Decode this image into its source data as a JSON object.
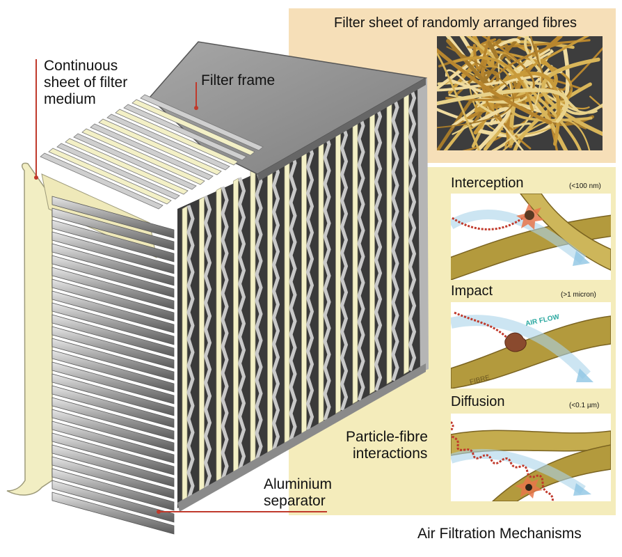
{
  "labels": {
    "continuous_sheet": [
      "Continuous",
      "sheet of filter",
      "medium"
    ],
    "filter_frame": "Filter frame",
    "aluminium_separator": [
      "Aluminium",
      "separator"
    ],
    "particle_fibre": [
      "Particle-fibre",
      "interactions"
    ]
  },
  "fibre_panel": {
    "title": "Filter sheet of randomly arranged fibres"
  },
  "mechanisms": [
    {
      "name": "Interception",
      "range": "(<100 nm)"
    },
    {
      "name": "Impact",
      "range": "(>1 micron)",
      "air_flow_label": "AIR FLOW",
      "fibre_label": "FIBRE"
    },
    {
      "name": "Diffusion",
      "range": "(<0.1 µm)"
    }
  ],
  "caption": "Air Filtration Mechanisms",
  "colors": {
    "panel_top": "#f6dfb8",
    "panel_bottom": "#f4ecbb",
    "fibre": "#b99a3a",
    "leader": "#c0392b",
    "filter_medium": "#f3f0c6",
    "separator": "#a9a9a9",
    "frame": "#8f8f8f"
  }
}
